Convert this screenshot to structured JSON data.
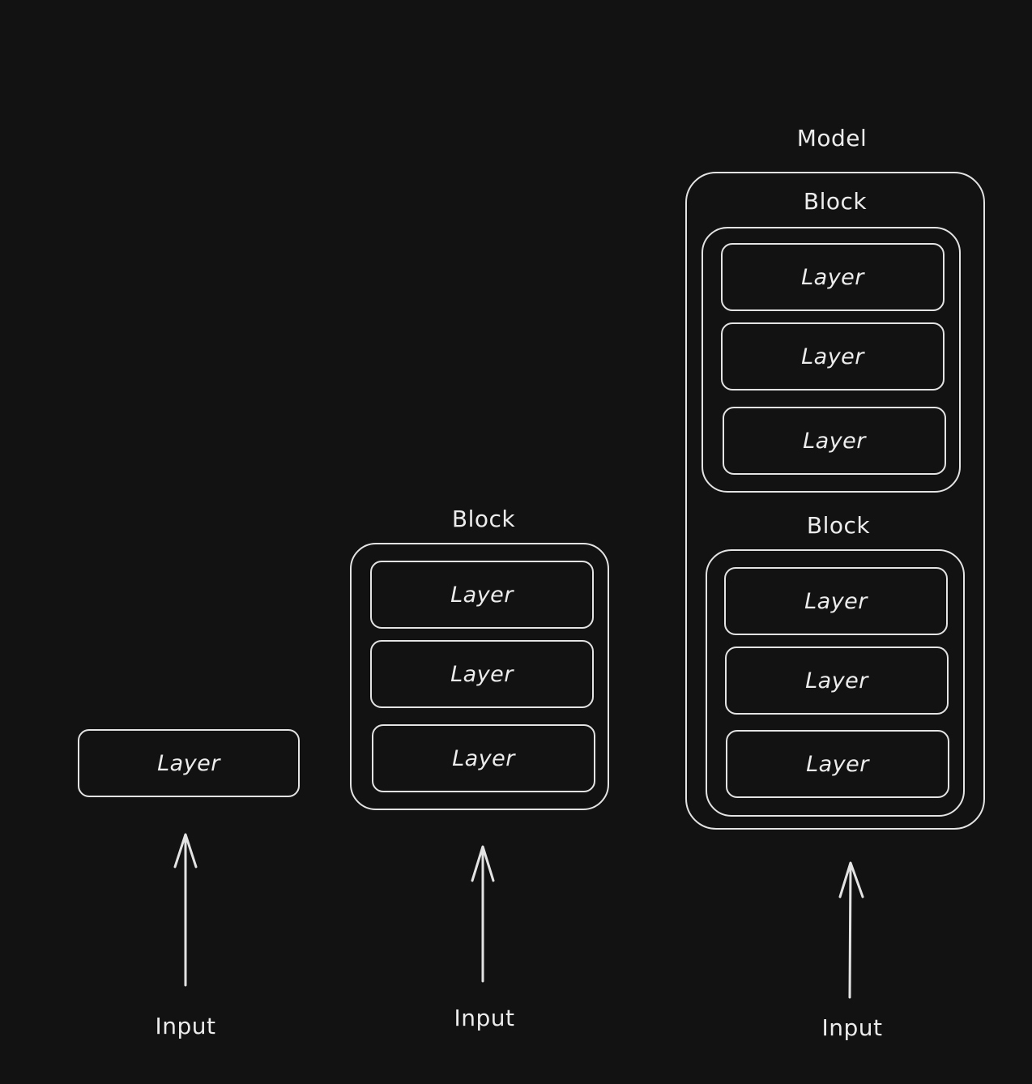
{
  "diagram": {
    "stroke_color": "#e3e3e3",
    "background_color": "#121212",
    "layer_label": "Layer",
    "block_label": "Block",
    "model_label": "Model",
    "input_label": "Input"
  },
  "columns": [
    {
      "name": "single-layer",
      "layers": [
        "Layer"
      ],
      "input": "Input"
    },
    {
      "name": "block",
      "title": "Block",
      "layers": [
        "Layer",
        "Layer",
        "Layer"
      ],
      "input": "Input"
    },
    {
      "name": "model",
      "title": "Model",
      "blocks": [
        {
          "title": "Block",
          "layers": [
            "Layer",
            "Layer",
            "Layer"
          ]
        },
        {
          "title": "Block",
          "layers": [
            "Layer",
            "Layer",
            "Layer"
          ]
        }
      ],
      "input": "Input"
    }
  ]
}
